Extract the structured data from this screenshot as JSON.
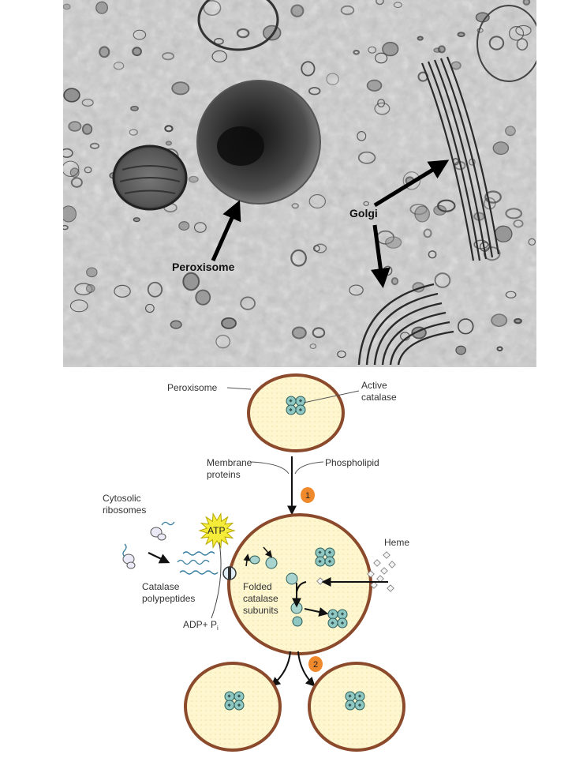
{
  "micrograph": {
    "labels": {
      "peroxisome": "Peroxisome",
      "golgi": "Golgi"
    }
  },
  "diagram": {
    "labels": {
      "peroxisome": "Peroxisome",
      "active_catalase_line1": "Active",
      "active_catalase_line2": "catalase",
      "membrane_proteins_line1": "Membrane",
      "membrane_proteins_line2": "proteins",
      "phospholipid": "Phospholipid",
      "cytosolic_ribosomes_line1": "Cytosolic",
      "cytosolic_ribosomes_line2": "ribosomes",
      "atp": "ATP",
      "heme": "Heme",
      "catalase_polypeptides_line1": "Catalase",
      "catalase_polypeptides_line2": "polypeptides",
      "folded_catalase_line1": "Folded",
      "folded_catalase_line2": "catalase",
      "folded_catalase_line3": "subunits",
      "adp_pi": "ADP+ P",
      "adp_pi_sub": "i"
    },
    "steps": [
      "1",
      "2"
    ],
    "colors": {
      "membrane": "#8b4a2b",
      "lumen": "#fdf6cf",
      "catalase": "#8fc7c2",
      "step_badge": "#f0892c",
      "atp_burst": "#f5ec3a"
    }
  }
}
